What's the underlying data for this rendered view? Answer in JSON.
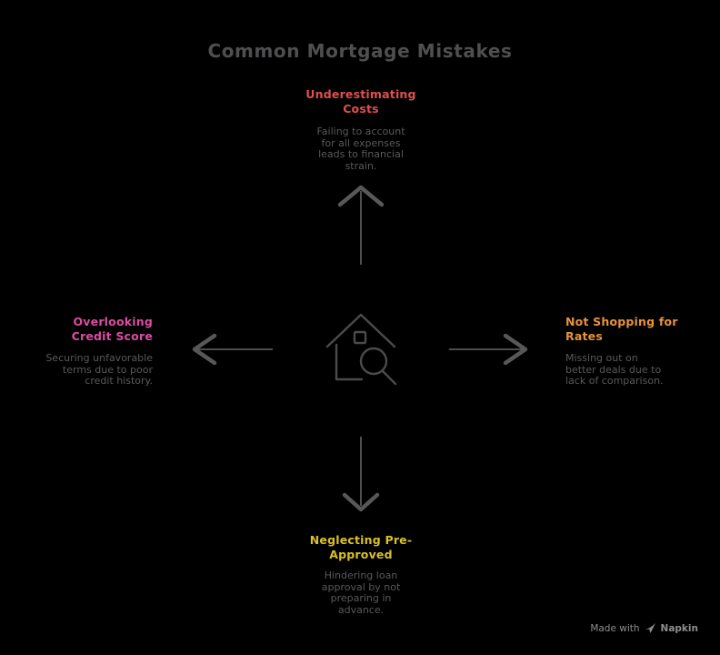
{
  "title": "Common Mortgage Mistakes",
  "background": "#000000",
  "title_color": "#4f4f51",
  "text_color": "#595959",
  "arrow_color": "#58585a",
  "icon_color": "#4b4b4d",
  "center_icon": "house-with-magnifying-glass",
  "nodes": {
    "top": {
      "heading": "Underestimating\nCosts",
      "color": "#e04f4f",
      "body": "Failing to account\nfor all expenses\nleads to financial\nstrain."
    },
    "left": {
      "heading": "Overlooking\nCredit Score",
      "color": "#d94da1",
      "body": "Securing unfavorable\nterms due to poor\ncredit history."
    },
    "right": {
      "heading": "Not Shopping for\nRates",
      "color": "#e8923c",
      "body": "Missing out on\nbetter deals due to\nlack of comparison."
    },
    "bottom": {
      "heading": "Neglecting Pre-\nApproved",
      "color": "#d9c026",
      "body": "Hindering loan\napproval by not\npreparing in\nadvance."
    }
  },
  "footer": {
    "made_with": "Made with",
    "brand": "Napkin"
  }
}
